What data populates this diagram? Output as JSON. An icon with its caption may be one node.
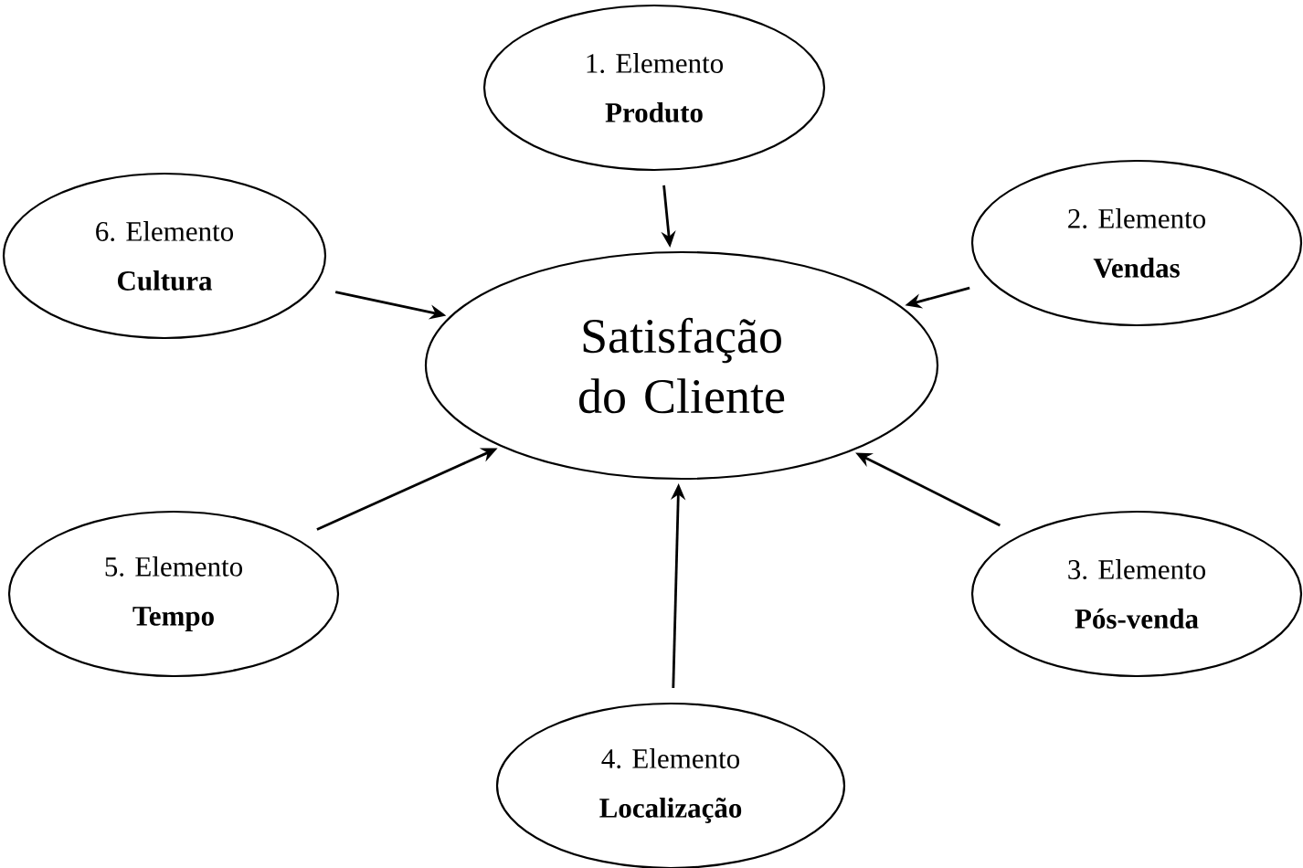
{
  "diagram": {
    "nodes": [
      {
        "text": [
          "Satisfação do Cliente"
        ]
      },
      {
        "text": [
          "1. Elemento",
          "**Produto**"
        ]
      },
      {
        "text": [
          "2. Elemento",
          "**Vendas**"
        ]
      },
      {
        "text": [
          "3. Elemento",
          "**Pós-venda**"
        ]
      },
      {
        "text": [
          "4. Elemento",
          "**Localização**"
        ]
      },
      {
        "text": [
          "5. Elemento",
          "**Tempo**"
        ]
      },
      {
        "text": [
          "6. Elemento",
          "**Cultura**"
        ]
      }
    ],
    "edges": [
      {
        "from": 1,
        "to": 0,
        "arrow": "to"
      },
      {
        "from": 2,
        "to": 0,
        "arrow": "to"
      },
      {
        "from": 3,
        "to": 0,
        "arrow": "to"
      },
      {
        "from": 4,
        "to": 0,
        "arrow": "to"
      },
      {
        "from": 5,
        "to": 0,
        "arrow": "to"
      },
      {
        "from": 6,
        "to": 0,
        "arrow": "to"
      }
    ]
  }
}
